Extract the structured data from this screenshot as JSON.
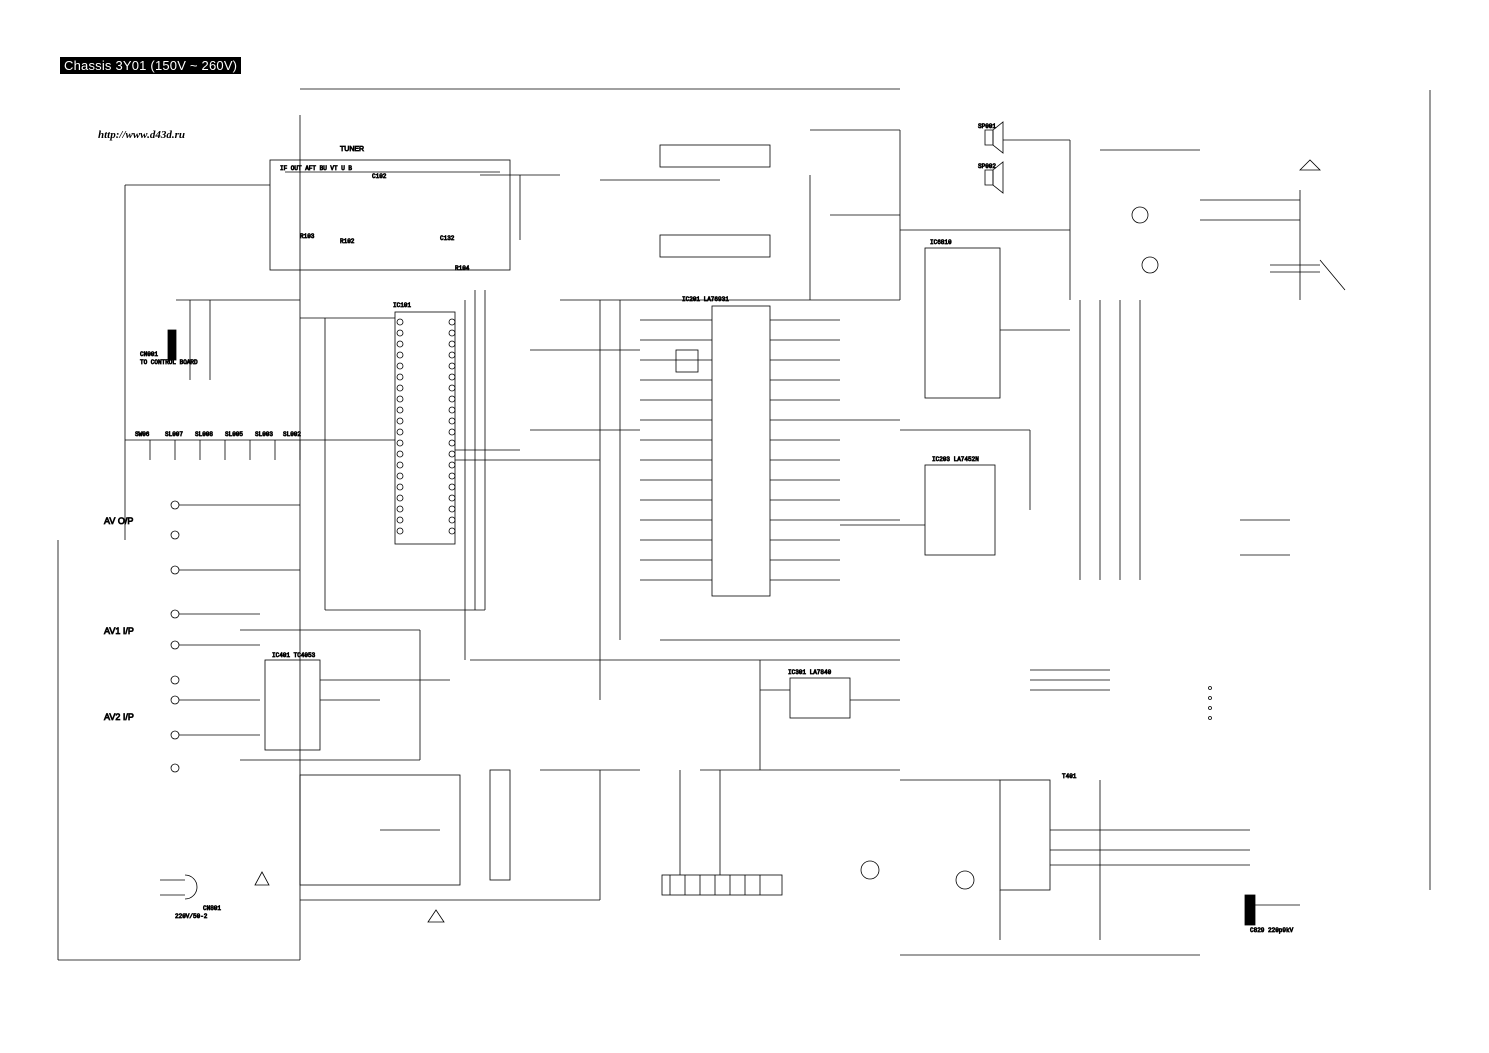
{
  "header": {
    "title": "Chassis 3Y01 (150V ~ 260V)",
    "source": "http://www.d43d.ru"
  },
  "colors": {
    "ink": "#000000",
    "paper": "#ffffff"
  },
  "blocks": {
    "tuner": {
      "label": "TUNER"
    },
    "connector": {
      "ref": "CN001",
      "note": "TO CONTROL BOARD"
    },
    "ic_micro": {
      "ref": "IC101"
    },
    "ic_signal": {
      "ref": "IC201 LA76931"
    },
    "ic_av": {
      "ref": "IC401 TC4053"
    },
    "ic_audio": {
      "ref": "IC6810"
    },
    "ic_vert": {
      "ref": "IC301 LA7840"
    },
    "ic_comb": {
      "ref": "IC203 LA7452N"
    },
    "av_out": {
      "label": "AV O/P"
    },
    "av1_in": {
      "label": "AV1 I/P"
    },
    "av2_in": {
      "label": "AV2 I/P"
    },
    "mains": {
      "ref": "CN801",
      "rating": "220V/50-2"
    },
    "speaker_l": {
      "ref": "SP001"
    },
    "speaker_r": {
      "ref": "SP002"
    },
    "fbt": {
      "ref": "T401"
    },
    "cap_bottom": {
      "label": "C829 220p9kV"
    }
  }
}
